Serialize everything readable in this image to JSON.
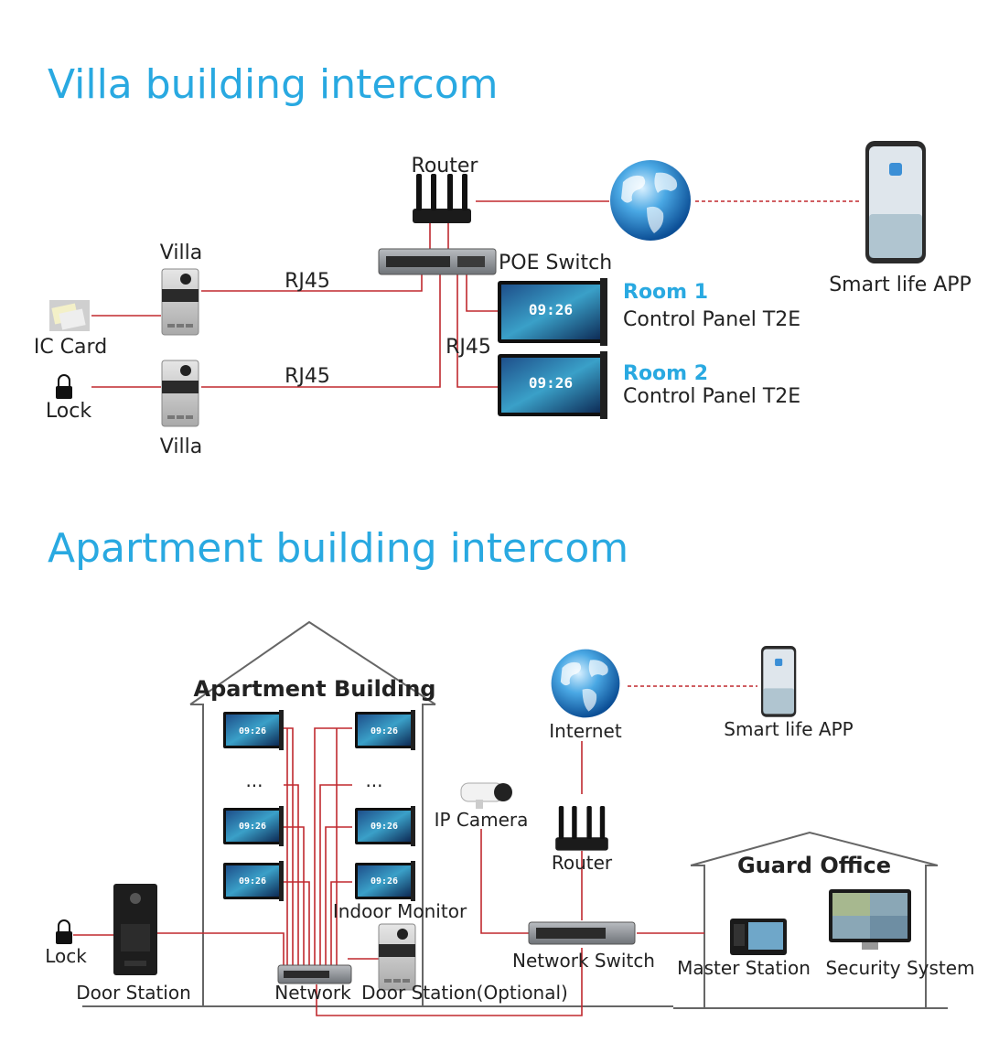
{
  "villa": {
    "title": "Villa building intercom",
    "router": "Router",
    "poe_switch": "POE Switch",
    "smart_life_app": "Smart life APP",
    "villa_top": "Villa",
    "villa_bottom": "Villa",
    "ic_card": "IC Card",
    "lock": "Lock",
    "rj45_top": "RJ45",
    "rj45_mid": "RJ45",
    "rj45_bottom": "RJ45",
    "room1": "Room 1",
    "room1_panel": "Control Panel T2E",
    "room2": "Room 2",
    "room2_panel": "Control Panel T2E",
    "screen_time": "09:26"
  },
  "apartment": {
    "title": "Apartment building intercom",
    "building": "Apartment Building",
    "ellipsis": "...",
    "screen_time": "09:26",
    "indoor_monitor": "Indoor Monitor",
    "lock": "Lock",
    "door_station": "Door Station",
    "network": "Network",
    "door_station_optional": "Door Station(Optional)",
    "internet": "Internet",
    "smart_life_app": "Smart life APP",
    "ip_camera": "IP Camera",
    "router": "Router",
    "network_switch": "Network Switch",
    "guard_office": "Guard Office",
    "master_station": "Master Station",
    "security_system": "Security System"
  },
  "colors": {
    "heading": "#29a9e1",
    "wire": "#c0292f",
    "room_label": "#29a9e1"
  }
}
